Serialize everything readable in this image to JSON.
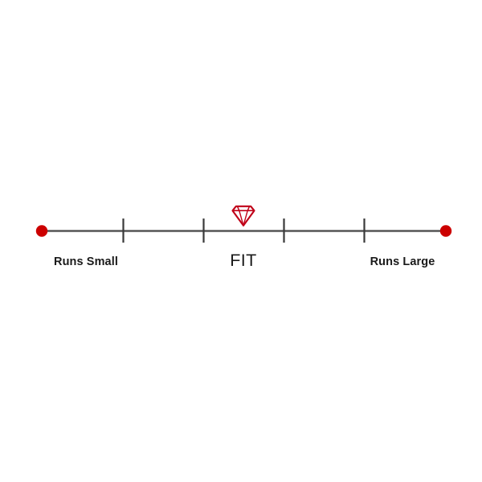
{
  "widget": {
    "name": "fit-scale",
    "background_color": "#ffffff"
  },
  "scale": {
    "line_color": "#555555",
    "endpoint_color": "#cc0000",
    "tick_color": "#3a3a3a",
    "marker_color": "#c00018",
    "left_label": "Runs Small",
    "center_label": "FIT",
    "right_label": "Runs Large",
    "marker_icon": "gem-icon",
    "tick_count": 4
  },
  "chart_data": {
    "type": "scatter",
    "title": "",
    "xlabel": "",
    "ylabel": "",
    "orientation": "horizontal",
    "grid": false,
    "legend": false,
    "axis_line": {
      "x_start": 52,
      "x_end": 555,
      "y": 287
    },
    "xlim": [
      0,
      4
    ],
    "categories": [
      "Runs Small",
      "",
      "FIT",
      "",
      "Runs Large"
    ],
    "tick_positions": [
      153,
      253,
      353,
      453
    ],
    "endpoints": [
      {
        "label": "Runs Small",
        "x": 52,
        "marker": "dot",
        "color": "#cc0000"
      },
      {
        "label": "Runs Large",
        "x": 555,
        "marker": "dot",
        "color": "#cc0000"
      }
    ],
    "values": [
      {
        "label": "FIT",
        "x": 303,
        "value": 2,
        "marker": "gem",
        "color": "#c00018"
      }
    ],
    "annotations": [
      {
        "text": "Runs Small",
        "x": 104,
        "y": 329
      },
      {
        "text": "FIT",
        "x": 303,
        "y": 329
      },
      {
        "text": "Runs Large",
        "x": 503,
        "y": 329
      }
    ]
  }
}
